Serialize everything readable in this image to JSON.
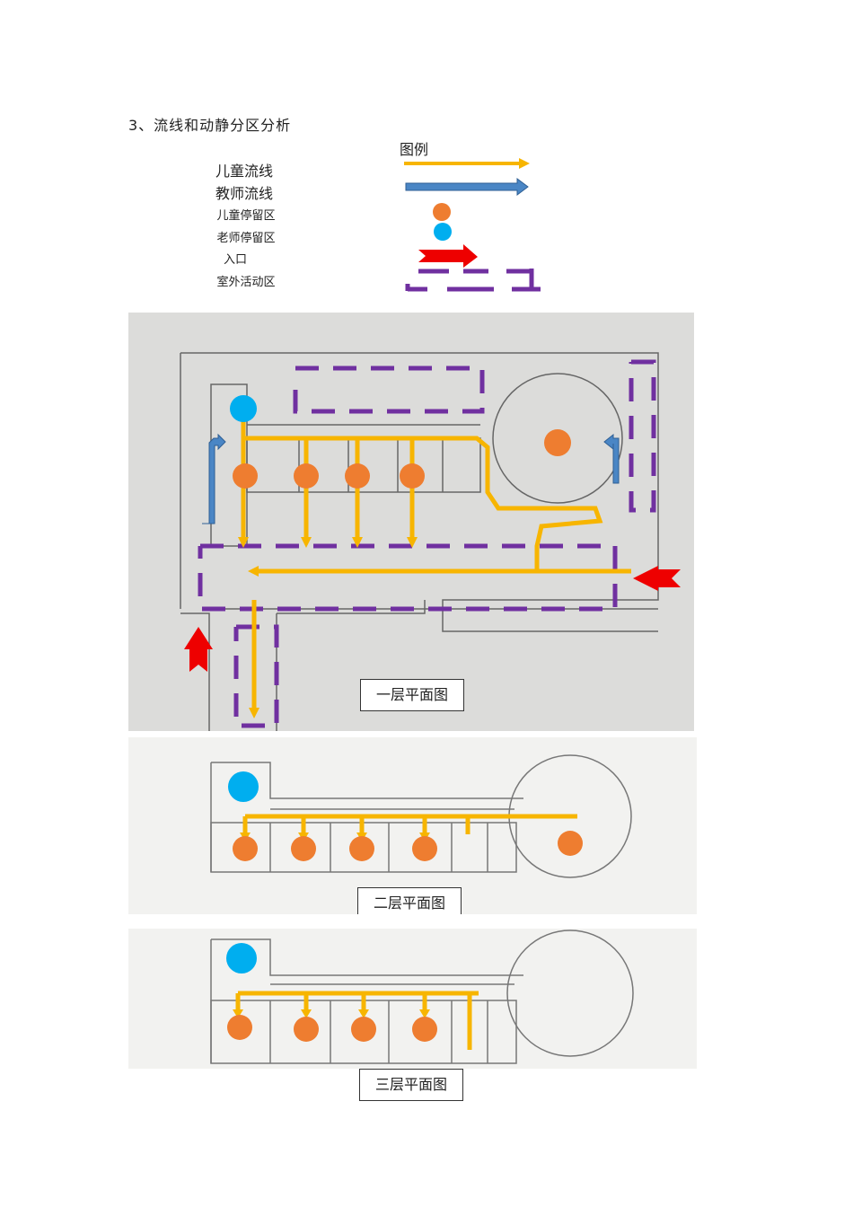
{
  "section": {
    "title": "3、流线和动静分区分析"
  },
  "legend": {
    "title": "图例",
    "items": [
      {
        "label": "儿童流线",
        "symbol": "yellow-arrow"
      },
      {
        "label": "教师流线",
        "symbol": "blue-arrow"
      },
      {
        "label": "儿童停留区",
        "symbol": "orange-dot"
      },
      {
        "label": "老师停留区",
        "symbol": "cyan-dot"
      },
      {
        "label": "入口",
        "symbol": "red-arrow"
      },
      {
        "label": "室外活动区",
        "symbol": "purple-dashed-box"
      }
    ]
  },
  "plans": {
    "floor1": {
      "caption": "一层平面图"
    },
    "floor2": {
      "caption": "二层平面图"
    },
    "floor3": {
      "caption": "三层平面图"
    }
  },
  "colors": {
    "child_flow": "#f7b500",
    "teacher_flow": "#4a86c5",
    "child_stay": "#ee7d30",
    "teacher_stay": "#00aeef",
    "entrance": "#ee0000",
    "outdoor_zone": "#7030a0"
  }
}
